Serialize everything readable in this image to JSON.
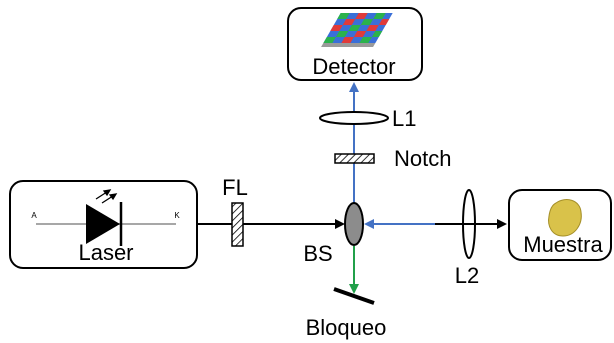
{
  "labels": {
    "detector": "Detector",
    "l1": "L1",
    "notch": "Notch",
    "fl": "FL",
    "bs": "BS",
    "l2": "L2",
    "muestra": "Muestra",
    "laser": "Laser",
    "bloqueo": "Bloqueo",
    "anode": "A",
    "cathode": "K"
  },
  "colors": {
    "forward_beam": "#000000",
    "return_beam": "#4472c4",
    "rejected_beam": "#21a04a",
    "splitter_fill": "#8c8c8c",
    "sample_fill": "#d9c24a"
  }
}
